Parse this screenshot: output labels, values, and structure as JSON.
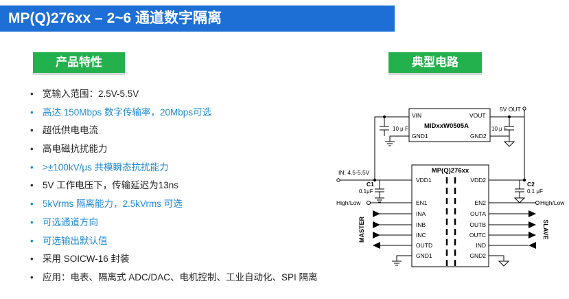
{
  "title": "MP(Q)276xx – 2~6 通道数字隔离",
  "sections": {
    "features_label": "产品特性",
    "circuit_label": "典型电路"
  },
  "features": [
    {
      "text": "宽输入范围：2.5V-5.5V",
      "highlight": false
    },
    {
      "text": "高达 150Mbps 数字传输率，20Mbps可选",
      "highlight": true
    },
    {
      "text": "超低供电电流",
      "highlight": false
    },
    {
      "text": "高电磁抗扰能力",
      "highlight": false
    },
    {
      "text": ">±100kV/μs 共模瞬态抗扰能力",
      "highlight": true
    },
    {
      "text": "5V 工作电压下，传输延迟为13ns",
      "highlight": false
    },
    {
      "text": "5kVrms 隔离能力，2.5kVrms 可选",
      "highlight": true
    },
    {
      "text": "可选通道方向",
      "highlight": true
    },
    {
      "text": "可选输出默认值",
      "highlight": true
    },
    {
      "text": "采用 SOICW-16 封装",
      "highlight": false
    },
    {
      "text": "应用：电表、隔离式 ADC/DAC、电机控制、工业自动化、SPI 隔离",
      "highlight": false
    }
  ],
  "circuit": {
    "dcdc": {
      "part": "MIDxxW0505A",
      "vin": "VIN",
      "vout": "VOUT",
      "gnd1": "GND1",
      "gnd2": "GND2",
      "cap_left": "10 μ F",
      "cap_right": "10 μ F",
      "out_label": "5V OUT"
    },
    "iso": {
      "part": "MP(Q)276xx",
      "left_pins": [
        "VDD1",
        "EN1",
        "INA",
        "INB",
        "INC",
        "OUTD",
        "GND1"
      ],
      "right_pins": [
        "VDD2",
        "EN2",
        "OUTA",
        "OUTB",
        "OUTC",
        "IND",
        "GND2"
      ]
    },
    "in_label": "IN: 4.5-5.5V",
    "c1_name": "C1",
    "c1_value": "0.1μF",
    "c2_name": "C2",
    "c2_value": "0.1 μF",
    "high_low_left": "High/Low",
    "high_low_right": "High/Low",
    "master": "MASTER",
    "slave": "SLAVE"
  },
  "colors": {
    "title_bg": "#1d6fd6",
    "tab_bg": "#23b14d",
    "highlight_text": "#1f8ad4"
  }
}
